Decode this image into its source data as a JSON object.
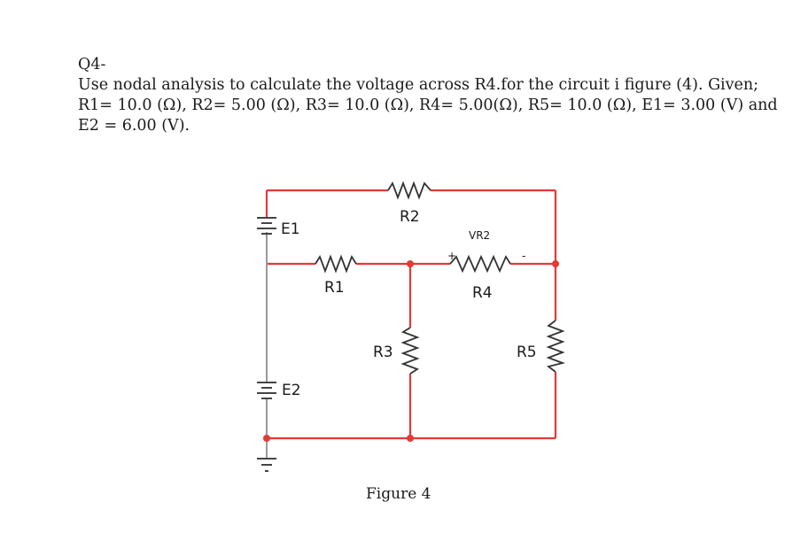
{
  "question": {
    "number": "Q4-",
    "line1": "Use nodal analysis to calculate the voltage across R4.for the circuit i figure (4). Given;",
    "line2": "R1= 10.0 (Ω), R2= 5.00 (Ω), R3= 10.0 (Ω), R4= 5.00(Ω), R5= 10.0 (Ω), E1= 3.00 (V) and",
    "line3": "E2 = 6.00 (V)."
  },
  "circuit": {
    "labels": {
      "e1": "E1",
      "e2": "E2",
      "r1": "R1",
      "r2": "R2",
      "r3": "R3",
      "r4": "R4",
      "r5": "R5",
      "vr2": "VR2",
      "plus": "+",
      "minus": "-"
    },
    "wire_color": "#e53935",
    "ground_wire_color": "#9a9a9a",
    "node_color": "#e53935"
  },
  "caption": "Figure 4"
}
